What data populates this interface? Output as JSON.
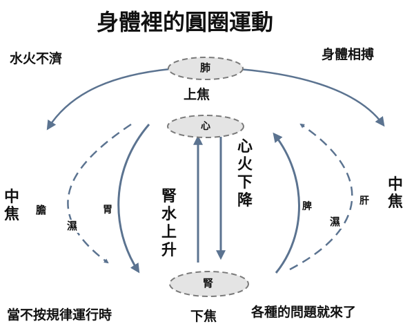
{
  "title": "身體裡的圓圈運動",
  "corners": {
    "top_left": "水火不濟",
    "top_right": "身體相搏",
    "bottom_left": "當不按規律運行時",
    "bottom_right": "各種的問題就來了"
  },
  "nodes": {
    "lung": "肺",
    "heart": "心",
    "kidney": "腎"
  },
  "jiao": {
    "upper": "上焦",
    "middle_left": "中焦",
    "middle_right": "中焦",
    "lower": "下焦"
  },
  "organs": {
    "gallbladder": "膽",
    "stomach": "胃",
    "spleen": "脾",
    "liver": "肝",
    "damp_left": "濕",
    "damp_right": "濕"
  },
  "flows": {
    "heart_fire_down": "心火下降",
    "kidney_water_up": "腎水上升"
  },
  "colors": {
    "arrow": "#5b7390",
    "ellipse_fill": "#e4e4e4",
    "ellipse_stroke": "#7a7a7a",
    "text": "#111111"
  }
}
